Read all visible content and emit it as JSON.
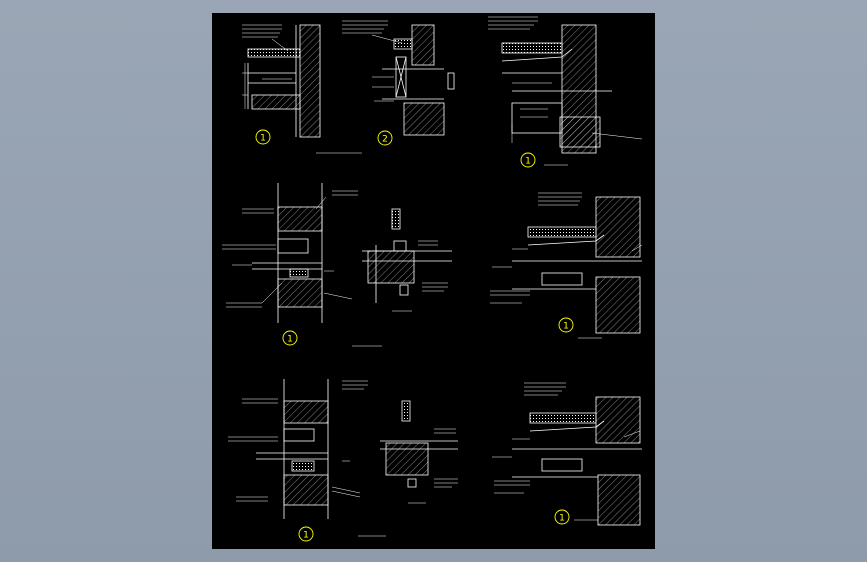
{
  "colors": {
    "background": "#9aa6b5",
    "sheet": "#000000",
    "linework": "#ffffff",
    "bubble": "#ffff00",
    "accent": "#ffff00"
  },
  "details": [
    {
      "id": "d1",
      "bubble": "1"
    },
    {
      "id": "d2",
      "bubble": "2"
    },
    {
      "id": "d3",
      "bubble": "1"
    },
    {
      "id": "d4",
      "bubble": "1"
    },
    {
      "id": "d5",
      "bubble": "1"
    },
    {
      "id": "d6",
      "bubble": "1"
    },
    {
      "id": "d7",
      "bubble": "1"
    }
  ]
}
